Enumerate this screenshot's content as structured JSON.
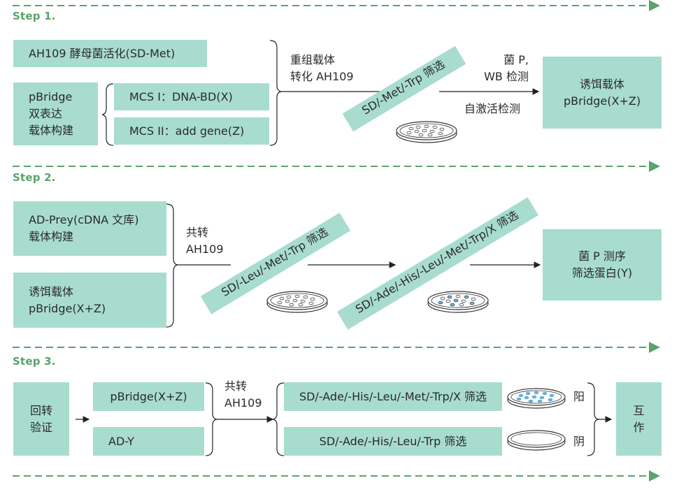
{
  "colors": {
    "box": "#a8dccf",
    "step": "#5aa36a",
    "dashed": "#5aa36a",
    "dot_blue": "#6bb6e6",
    "line": "#222222"
  },
  "steps": [
    "Step 1.",
    "Step 2.",
    "Step 3."
  ],
  "step1": {
    "activation": "AH109 酵母菌活化(SD-Met)",
    "vector_build": [
      "pBridge",
      "双表达",
      "载体构建"
    ],
    "mcs1": "MCS I：DNA-BD(X)",
    "mcs2": "MCS II：add gene(Z)",
    "recomb": [
      "重组载体",
      "转化 AH109"
    ],
    "screen": "SD/-Met/-Trp 筛选",
    "arrow_top": [
      "菌 P,",
      "WB 检测"
    ],
    "arrow_bottom": "自激活检测",
    "bait": [
      "诱饵载体",
      "pBridge(X+Z)"
    ]
  },
  "step2": {
    "prey": [
      "AD-Prey(cDNA 文库)",
      "载体构建"
    ],
    "bait": [
      "诱饵载体",
      "pBridge(X+Z)"
    ],
    "cotrans": [
      "共转",
      "AH109"
    ],
    "screen1": "SD/-Leu/-Met/-Trp 筛选",
    "screen2": "SD/-Ade/-His/-Leu/-Met/-Trp/X 筛选",
    "result": [
      "菌 P 测序",
      "筛选蛋白(Y)"
    ]
  },
  "step3": {
    "verify": [
      "回转",
      "验证"
    ],
    "pbridge": "pBridge(X+Z)",
    "ady": "AD-Y",
    "cotrans": [
      "共转",
      "AH109"
    ],
    "screen1": "SD/-Ade/-His/-Leu/-Met/-Trp/X 筛选",
    "screen2": "SD/-Ade/-His/-Leu/-Trp 筛选",
    "positive": "阳",
    "negative": "阴",
    "interact": [
      "互",
      "作"
    ]
  }
}
